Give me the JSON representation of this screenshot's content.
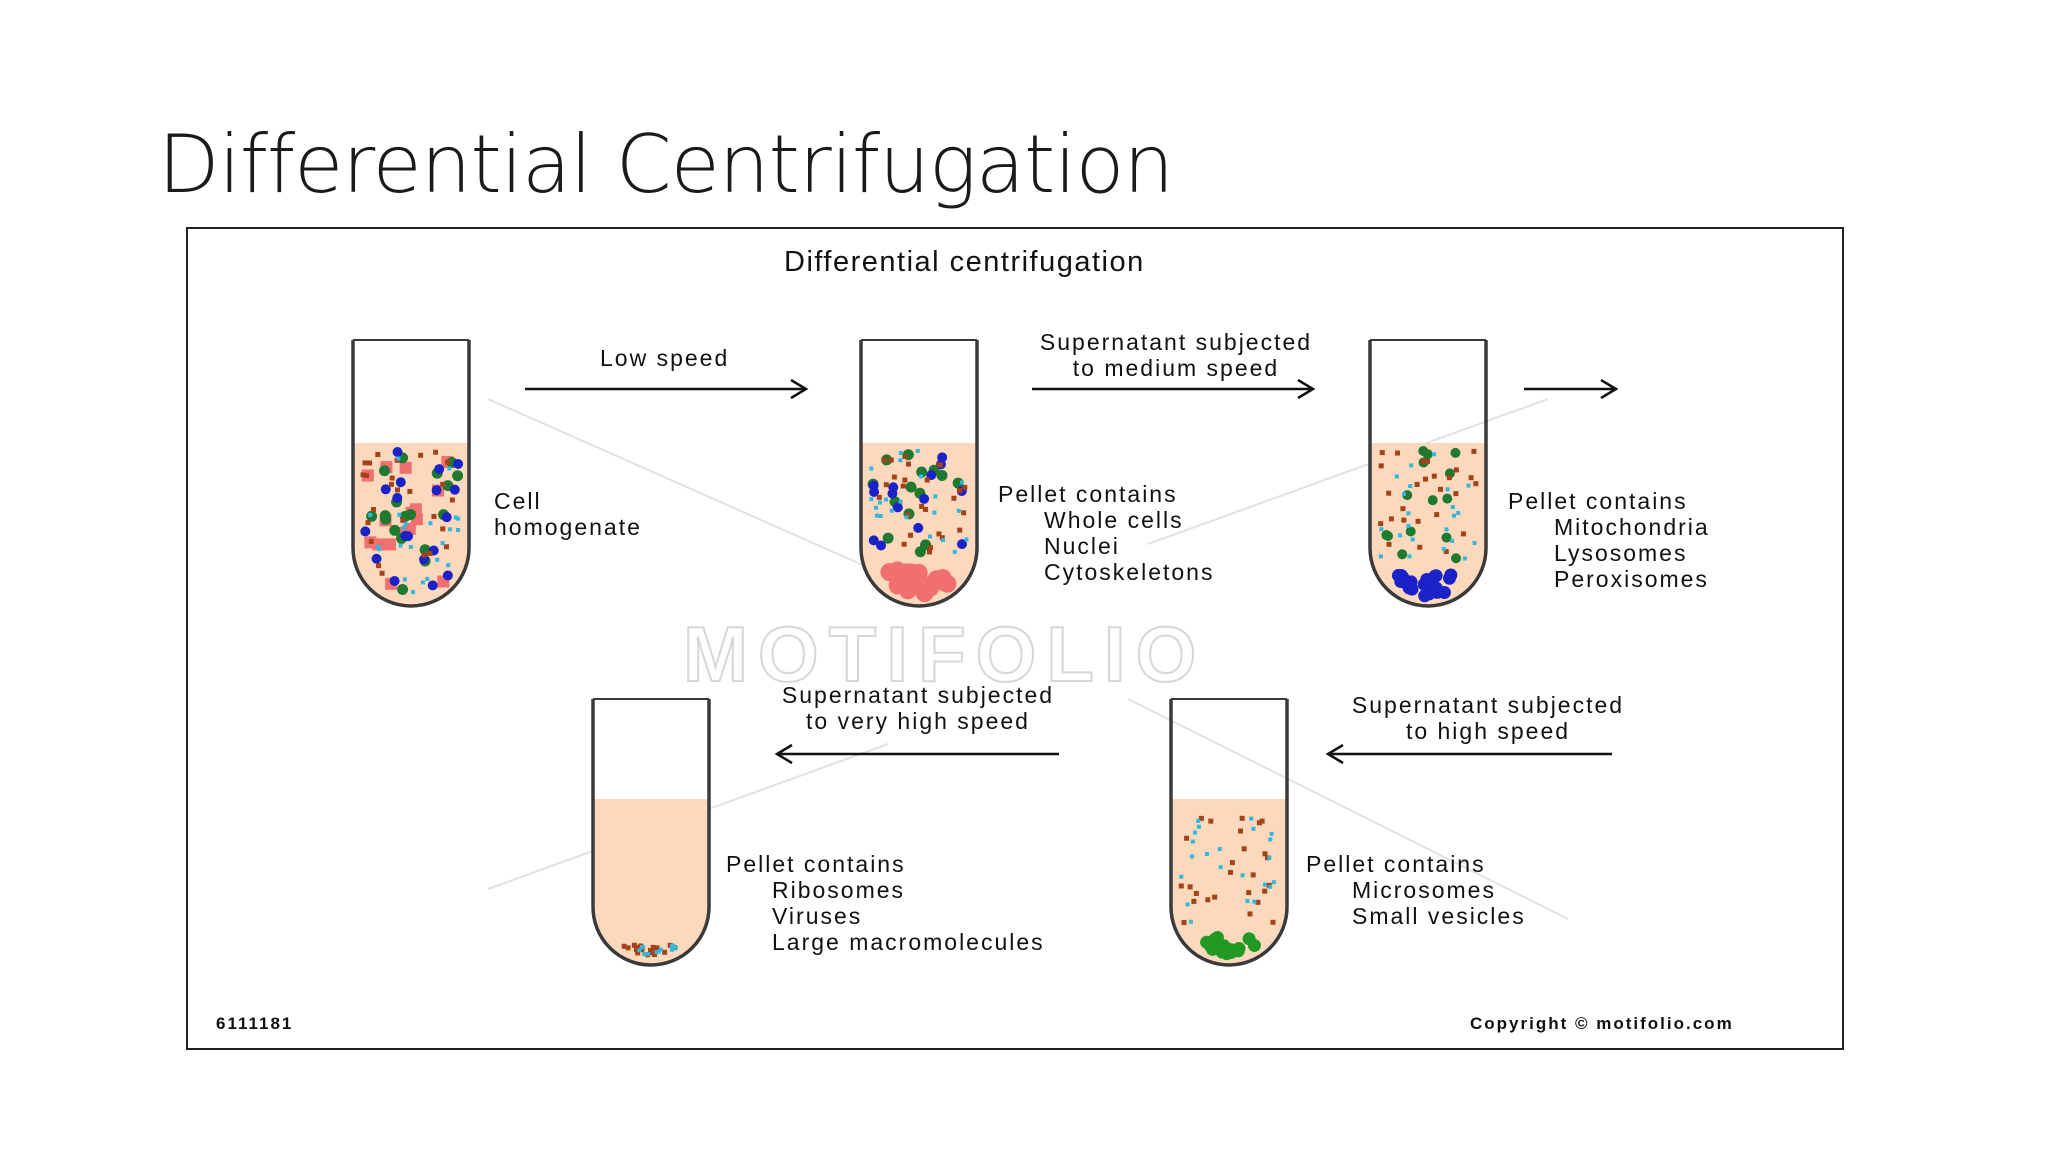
{
  "slide": {
    "title": "Differential Centrifugation"
  },
  "figure": {
    "title": "Differential centrifugation",
    "watermark": "MOTIFOLIO",
    "figure_id": "6111181",
    "copyright": "Copyright © motifolio.com",
    "tube1": {
      "label_line1": "Cell",
      "label_line2": "homogenate"
    },
    "arrow1": {
      "label": "Low speed"
    },
    "tube2": {
      "heading": "Pellet contains",
      "items": [
        "Whole cells",
        "Nuclei",
        "Cytoskeletons"
      ]
    },
    "arrow2": {
      "line1": "Supernatant subjected",
      "line2": "to medium speed"
    },
    "tube3": {
      "heading": "Pellet contains",
      "items": [
        "Mitochondria",
        "Lysosomes",
        "Peroxisomes"
      ]
    },
    "arrow4": {
      "line1": "Supernatant subjected",
      "line2": "to high speed"
    },
    "tube4": {
      "heading": "Pellet contains",
      "items": [
        "Microsomes",
        "Small vesicles"
      ]
    },
    "arrow5": {
      "line1": "Supernatant subjected",
      "line2": "to very high speed"
    },
    "tube5": {
      "heading": "Pellet contains",
      "items": [
        "Ribosomes",
        "Viruses",
        "Large macromolecules"
      ]
    }
  },
  "colors": {
    "liquid": "#fcd9bd",
    "whole_cells": "#f07070",
    "nuclei": "#1f7a2f",
    "mitochondria": "#1b22c8",
    "microsomes": "#229922",
    "small_particles": "#a4431a",
    "cyan_particles": "#30b8e0"
  }
}
